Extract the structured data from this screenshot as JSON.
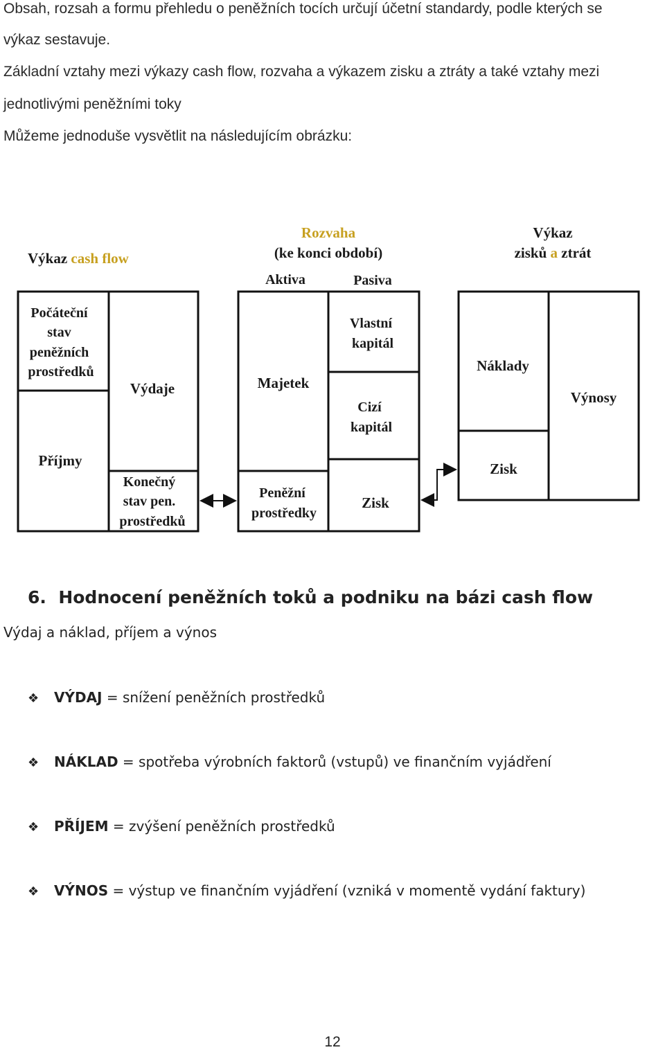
{
  "intro": {
    "line1": "Obsah, rozsah a formu přehledu o peněžních tocích určují účetní standardy, podle kterých se",
    "line2": "výkaz sestavuje.",
    "line3": "Základní vztahy mezi výkazy cash flow, rozvaha a výkazem zisku a ztráty a také vztahy mezi",
    "line4": "jednotlivými peněžními toky",
    "line5": "Můžeme jednoduše vysvětlit na následujícím obrázku:"
  },
  "figure": {
    "cashflow_title_a": "Výkaz",
    "cashflow_title_b": "cash flow",
    "balance_title": "Rozvaha",
    "balance_subtitle": "(ke konci období)",
    "aktiva": "Aktiva",
    "pasiva": "Pasiva",
    "pl_title_a": "Výkaz",
    "pl_title_b1": "zisků",
    "pl_title_b2": "a",
    "pl_title_b3": "ztrát",
    "cf_opening": [
      "Počáteční",
      "stav",
      "peněžních",
      "prostředků"
    ],
    "cf_expenses": "Výdaje",
    "cf_income": "Příjmy",
    "cf_closing": [
      "Konečný",
      "stav pen.",
      "prostředků"
    ],
    "bs_property": "Majetek",
    "bs_cash": [
      "Peněžní",
      "prostředky"
    ],
    "bs_equity": [
      "Vlastní",
      "kapitál"
    ],
    "bs_debt": [
      "Cizí",
      "kapitál"
    ],
    "bs_profit": "Zisk",
    "pl_costs": "Náklady",
    "pl_revenue": "Výnosy",
    "pl_profit": "Zisk",
    "highlight_color": "#c7a020"
  },
  "section": {
    "number": "6.",
    "title": "Hodnocení peněžních toků a podniku na bázi cash flow",
    "subtitle": "Výdaj a náklad, příjem a výnos"
  },
  "definitions": [
    {
      "bullet": "❖",
      "term": "VÝDAJ",
      "text": " = snížení peněžních prostředků"
    },
    {
      "bullet": "❖",
      "term": "NÁKLAD",
      "text": " = spotřeba výrobních faktorů (vstupů) ve finančním vyjádření"
    },
    {
      "bullet": "❖",
      "term": "PŘÍJEM",
      "text": " = zvýšení peněžních prostředků"
    },
    {
      "bullet": "❖",
      "term": "VÝNOS",
      "text": " = výstup ve finančním vyjádření (vzniká v momentě vydání faktury)"
    }
  ],
  "page_number": "12"
}
